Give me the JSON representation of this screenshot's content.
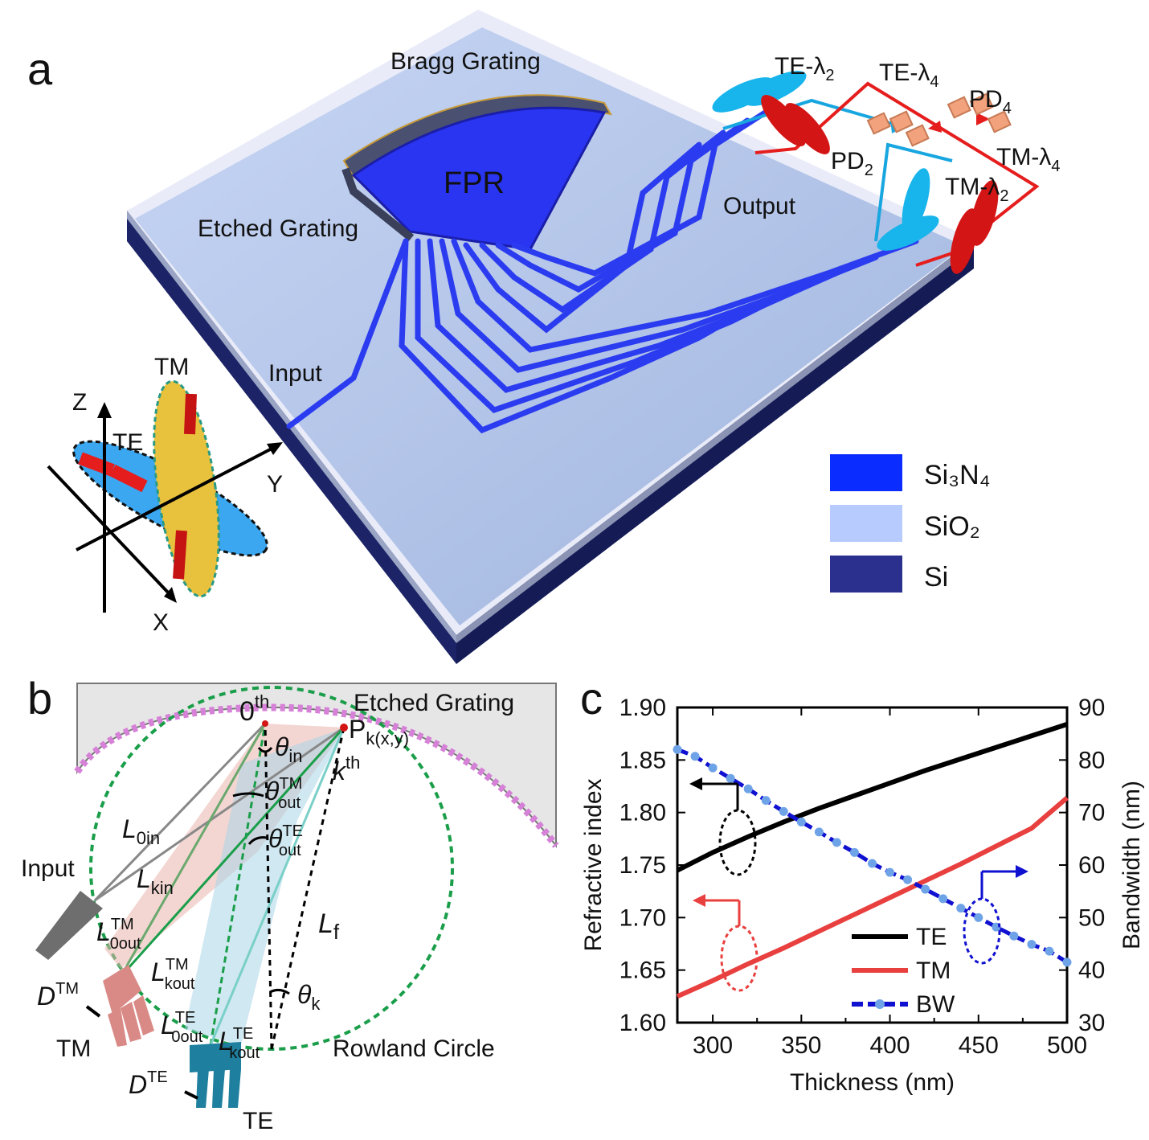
{
  "panel_a": {
    "label": "a",
    "bragg": "Bragg Grating",
    "fpr": "FPR",
    "etched": "Etched Grating",
    "input": "Input",
    "output": "Output",
    "te_l2": "TE-λ",
    "te_l2_sub": "2",
    "te_l4": "TE-λ",
    "te_l4_sub": "4",
    "pd4": "PD",
    "pd4_sub": "4",
    "pd2": "PD",
    "pd2_sub": "2",
    "tm_l4": "TM-λ",
    "tm_l4_sub": "4",
    "tm_l2": "TM-λ",
    "tm_l2_sub": "2",
    "legend": [
      {
        "label": "Si₃N₄",
        "color": "#0a2cff"
      },
      {
        "label": "SiO₂",
        "color": "#b8cbff"
      },
      {
        "label": "Si",
        "color": "#2b2f8e"
      }
    ],
    "axes": {
      "z": "Z",
      "y": "Y",
      "x": "X",
      "tm": "TM",
      "te": "TE"
    }
  },
  "panel_b": {
    "label": "b",
    "zero_th": "0",
    "zero_th_sup": "th",
    "etched": "Etched Grating",
    "p": "P",
    "p_sub": "k(x,y)",
    "k": "k",
    "k_sup": "th",
    "theta_in": "θ",
    "theta_in_sub": "in",
    "theta_tm": "θ",
    "theta_tm_sub": "out",
    "theta_tm_sup": "TM",
    "theta_te": "θ",
    "theta_te_sub": "out",
    "theta_te_sup": "TE",
    "l0in": "L",
    "l0in_sub": "0in",
    "lkin": "L",
    "lkin_sub": "kin",
    "input": "Input",
    "l0out_tm": "L",
    "l0out_tm_sub": "0out",
    "l0out_tm_sup": "TM",
    "lkout_tm": "L",
    "lkout_tm_sub": "kout",
    "lkout_tm_sup": "TM",
    "lf": "L",
    "lf_sub": "f",
    "theta_k": "θ",
    "theta_k_sub": "k",
    "d_tm": "D",
    "d_tm_sup": "TM",
    "tm": "TM",
    "l0out_te": "L",
    "l0out_te_sub": "0out",
    "l0out_te_sup": "TE",
    "lkout_te": "L",
    "lkout_te_sub": "kout",
    "lkout_te_sup": "TE",
    "rowland": "Rowland Circle",
    "d_te": "D",
    "d_te_sup": "TE",
    "te": "TE"
  },
  "panel_c": {
    "label": "c",
    "colors": {
      "te": "#000000",
      "tm": "#e8403f",
      "bw": "#1010d0",
      "bw_marker": "#6fa3e8"
    }
  },
  "chart_data": {
    "type": "line",
    "xlabel": "Thickness (nm)",
    "ylabel": "Refractive index",
    "y2label": "Bandwidth (nm)",
    "xlim": [
      280,
      500
    ],
    "ylim": [
      1.6,
      1.9
    ],
    "y2lim": [
      30,
      90
    ],
    "xticks": [
      "300",
      "350",
      "400",
      "450",
      "500"
    ],
    "yticks": [
      "1.60",
      "1.65",
      "1.70",
      "1.75",
      "1.80",
      "1.85",
      "1.90"
    ],
    "y2ticks": [
      "30",
      "40",
      "50",
      "60",
      "70",
      "80",
      "90"
    ],
    "grid": false,
    "legend_position": "bottom-right",
    "series": [
      {
        "name": "TE",
        "axis": "left",
        "x": [
          280,
          300,
          320,
          340,
          360,
          380,
          400,
          420,
          440,
          460,
          480,
          500
        ],
        "y": [
          1.745,
          1.762,
          1.777,
          1.791,
          1.804,
          1.816,
          1.828,
          1.84,
          1.851,
          1.862,
          1.873,
          1.884
        ]
      },
      {
        "name": "TM",
        "axis": "left",
        "x": [
          280,
          300,
          320,
          340,
          360,
          380,
          400,
          420,
          440,
          460,
          480,
          500
        ],
        "y": [
          1.625,
          1.64,
          1.656,
          1.671,
          1.687,
          1.703,
          1.719,
          1.735,
          1.751,
          1.768,
          1.785,
          1.814
        ]
      },
      {
        "name": "BW",
        "axis": "right",
        "x": [
          280,
          290,
          300,
          310,
          320,
          330,
          340,
          350,
          360,
          370,
          380,
          390,
          400,
          410,
          420,
          430,
          440,
          450,
          460,
          470,
          480,
          490,
          500
        ],
        "y": [
          82,
          80.7,
          78.5,
          76.5,
          74.5,
          72.3,
          70.2,
          68.2,
          66.3,
          64.3,
          62.4,
          60.3,
          58.6,
          57.2,
          55.4,
          53.6,
          51.8,
          50.0,
          48.2,
          46.5,
          44.9,
          43.6,
          41.5
        ]
      }
    ]
  }
}
